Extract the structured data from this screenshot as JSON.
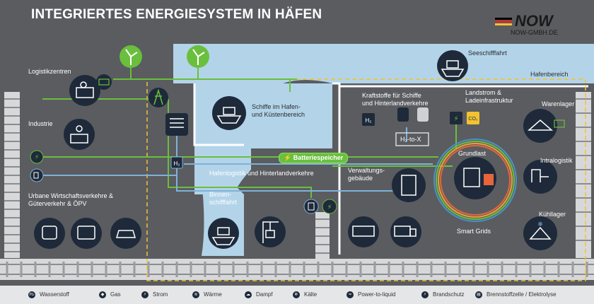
{
  "title": "INTEGRIERTES ENERGIESYSTEM IN HÄFEN",
  "logo": {
    "word": "NOW",
    "url": "NOW-GMBH.DE"
  },
  "labels": {
    "logistikzentren": "Logistikzentren",
    "industrie": "Industrie",
    "urbane1": "Urbane Wirtschaftsverkehre &",
    "urbane2": "Güterverkehr & ÖPV",
    "schiffe1": "Schiffe im Hafen-",
    "schiffe2": "und Küstenbereich",
    "seeschifffahrt": "Seeschifffahrt",
    "hafenbereich": "Hafenbereich",
    "kraftstoffe1": "Kraftstoffe für Schiffe",
    "kraftstoffe2": "und Hinterlandverkehre",
    "landstrom1": "Landstrom &",
    "landstrom2": "Ladeinfrastruktur",
    "warenlager": "Warenlager",
    "h2tox": "H₂-to-X",
    "batterie": "Batteriespeicher",
    "grundlast": "Grundlast",
    "verwaltung1": "Verwaltungs-",
    "verwaltung2": "gebäude",
    "intralogistik": "Intralogistik",
    "hafenlogistik": "Hafenlogistik und Hinterlandverkehre",
    "binnen1": "Binnen-",
    "binnen2": "schifffahrt",
    "kuehllager": "Kühllager",
    "smartgrids": "Smart Grids",
    "h2": "H₂",
    "co2": "CO₂"
  },
  "legend": [
    {
      "icon": "hydrogen-icon",
      "glyph": "H₂",
      "label": "Wasserstoff"
    },
    {
      "icon": "gas-icon",
      "glyph": "◆",
      "label": "Gas"
    },
    {
      "icon": "power-icon",
      "glyph": "⚡",
      "label": "Strom"
    },
    {
      "icon": "heat-icon",
      "glyph": "≋",
      "label": "Wärme"
    },
    {
      "icon": "steam-icon",
      "glyph": "☁",
      "label": "Dampf"
    },
    {
      "icon": "cold-icon",
      "glyph": "❄",
      "label": "Kälte"
    },
    {
      "icon": "power-to-liquid-icon",
      "glyph": "≈",
      "label": "Power-to-liquid"
    },
    {
      "icon": "fire-protection-icon",
      "glyph": "⚡",
      "label": "Brandschutz"
    },
    {
      "icon": "fuel-cell-icon",
      "glyph": "▤",
      "label": "Brennstoffzelle / Elektrolyse"
    }
  ],
  "colors": {
    "background": "#5a5c60",
    "water": "#b3d4e8",
    "power_line": "#6abf3c",
    "hydrogen_line": "#7fb1d9",
    "dashed_border": "#f1c232",
    "icon_fill": "#1e2a3a"
  }
}
